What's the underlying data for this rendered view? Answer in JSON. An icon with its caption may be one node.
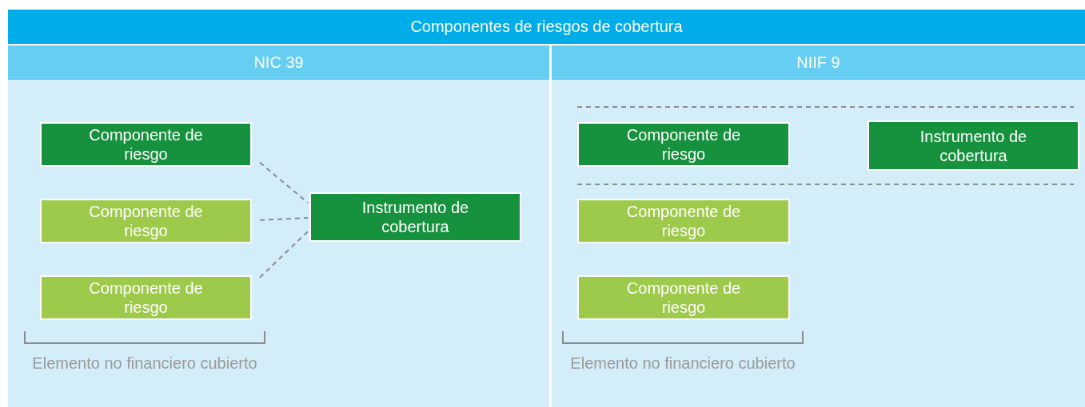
{
  "diagram": {
    "title": "Componentes de riesgos de cobertura",
    "nodes": [
      {
        "text": [
          "NIC 39"
        ]
      },
      {
        "text": [
          "Componente de riesgo"
        ],
        "in": 0
      },
      {
        "text": [
          "Componente de riesgo"
        ],
        "in": 0
      },
      {
        "text": [
          "Componente de riesgo"
        ],
        "in": 0
      },
      {
        "text": [
          "Instrumento de cobertura"
        ],
        "in": 0
      },
      {
        "text": [
          "NIIF 9"
        ]
      },
      {
        "text": [
          "Componente de riesgo"
        ],
        "in": 5
      },
      {
        "text": [
          "Componente de riesgo"
        ],
        "in": 5
      },
      {
        "text": [
          "Componente de riesgo"
        ],
        "in": 5
      },
      {
        "text": [
          "Instrumento de cobertura"
        ],
        "in": 5
      }
    ],
    "edges": [
      {
        "from": 1,
        "to": 4,
        "arrow": "none",
        "style": "dashed"
      },
      {
        "from": 2,
        "to": 4,
        "arrow": "none",
        "style": "dashed"
      },
      {
        "from": 3,
        "to": 4,
        "arrow": "none",
        "style": "dashed"
      }
    ],
    "labels": [
      "Elemento no financiero cubierto",
      "Elemento no financiero cubierto"
    ]
  }
}
